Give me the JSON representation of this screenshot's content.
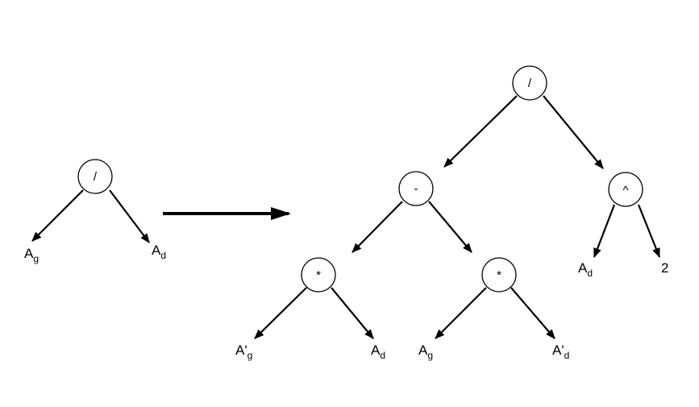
{
  "colors": {
    "stroke": "#000000",
    "background": "#ffffff"
  },
  "left_tree": {
    "root": "/",
    "leaves": [
      {
        "base": "A",
        "prime": "",
        "sub": "g"
      },
      {
        "base": "A",
        "prime": "",
        "sub": "d"
      }
    ]
  },
  "right_tree": {
    "root": "/",
    "minus": "-",
    "power": "^",
    "times_left": "*",
    "times_right": "*",
    "leaves": [
      {
        "base": "A",
        "prime": "'",
        "sub": "g"
      },
      {
        "base": "A",
        "prime": "",
        "sub": "d"
      },
      {
        "base": "A",
        "prime": "",
        "sub": "g"
      },
      {
        "base": "A",
        "prime": "'",
        "sub": "d"
      },
      {
        "base": "A",
        "prime": "",
        "sub": "d"
      },
      {
        "base": "2",
        "prime": "",
        "sub": ""
      }
    ]
  }
}
